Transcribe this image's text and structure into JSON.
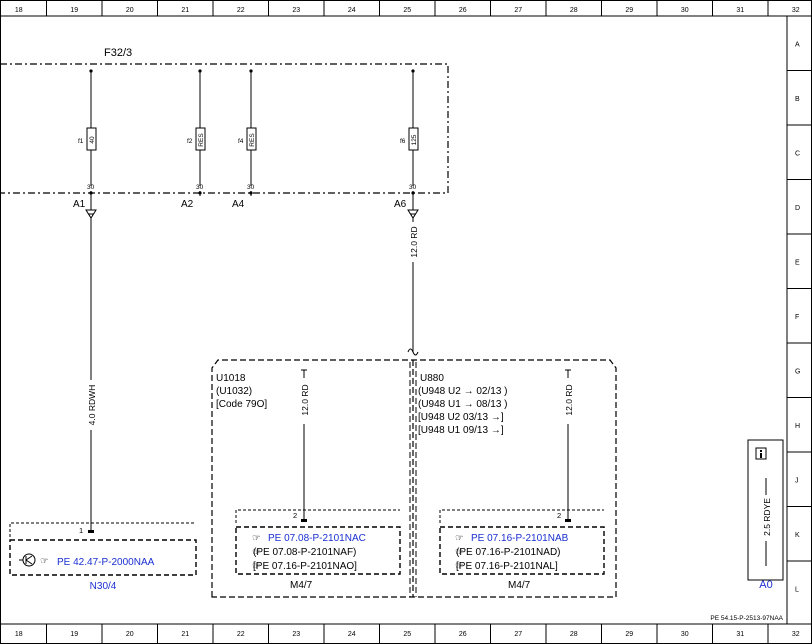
{
  "columns": [
    "18",
    "19",
    "20",
    "21",
    "22",
    "23",
    "24",
    "25",
    "26",
    "27",
    "28",
    "29",
    "30",
    "31",
    "32"
  ],
  "rows": [
    "A",
    "B",
    "C",
    "D",
    "E",
    "F",
    "G",
    "H",
    "J",
    "K",
    "L"
  ],
  "fuse_block": {
    "label": "F32/3",
    "fuses": [
      {
        "name": "f1",
        "rating": "40",
        "pin": "30",
        "output": "A1"
      },
      {
        "name": "f2",
        "rating": "RES",
        "pin": "30",
        "output": "A2"
      },
      {
        "name": "f4",
        "rating": "RES",
        "pin": "30",
        "output": "A4"
      },
      {
        "name": "f6",
        "rating": "125",
        "pin": "30",
        "output": "A6"
      }
    ]
  },
  "wires": {
    "a1_wire": "4.0 RDWH",
    "a6_wire": "12.0 RD",
    "u1018_wire": "12.0 RD",
    "u880_wire": "12.0 RD",
    "a0_wire": "2.5 RDYE"
  },
  "variant_left": {
    "lines": [
      "U1018",
      "(U1032)",
      "[Code 79O]"
    ],
    "pin": "2",
    "refs": [
      "PE 07.08-P-2101NAC",
      "(PE 07.08-P-2101NAF)",
      "[PE 07.16-P-2101NAO]"
    ],
    "component": "M4/7"
  },
  "variant_right": {
    "lines": [
      "U880",
      "(U948  U2  → 02/13 )",
      "(U948  U1  → 08/13 )",
      "[U948  U2  03/13 →]",
      "[U948  U1  09/13 →]"
    ],
    "pin": "2",
    "refs": [
      "PE 07.16-P-2101NAB",
      "(PE 07.16-P-2101NAD)",
      "[PE 07.16-P-2101NAL]"
    ],
    "component": "M4/7"
  },
  "n30": {
    "pin": "1",
    "ref": "PE 42.47-P-2000NAA",
    "component": "N30/4"
  },
  "a0": {
    "info_icon": "info-icon",
    "label": "A0"
  },
  "doc_ref": "PE 54.15-P-2513-97NAA",
  "colors": {
    "link": "#1a2fd0",
    "line": "#000000"
  }
}
